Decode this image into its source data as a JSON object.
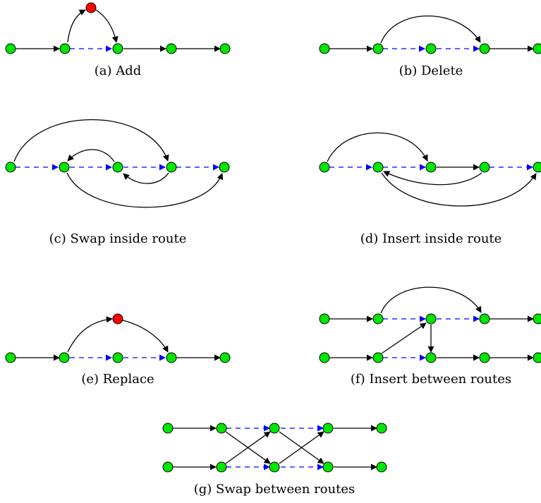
{
  "captions": {
    "a": "(a) Add",
    "b": "(b) Delete",
    "c": "(c) Swap inside route",
    "d": "(d) Insert inside route",
    "e": "(e) Replace",
    "f": "(f) Insert between routes",
    "g": "(g) Swap between routes"
  },
  "colors": {
    "node": "#00e600",
    "new_node": "#ff0000",
    "edge": "#000000",
    "removed_edge": "#0000ff"
  }
}
